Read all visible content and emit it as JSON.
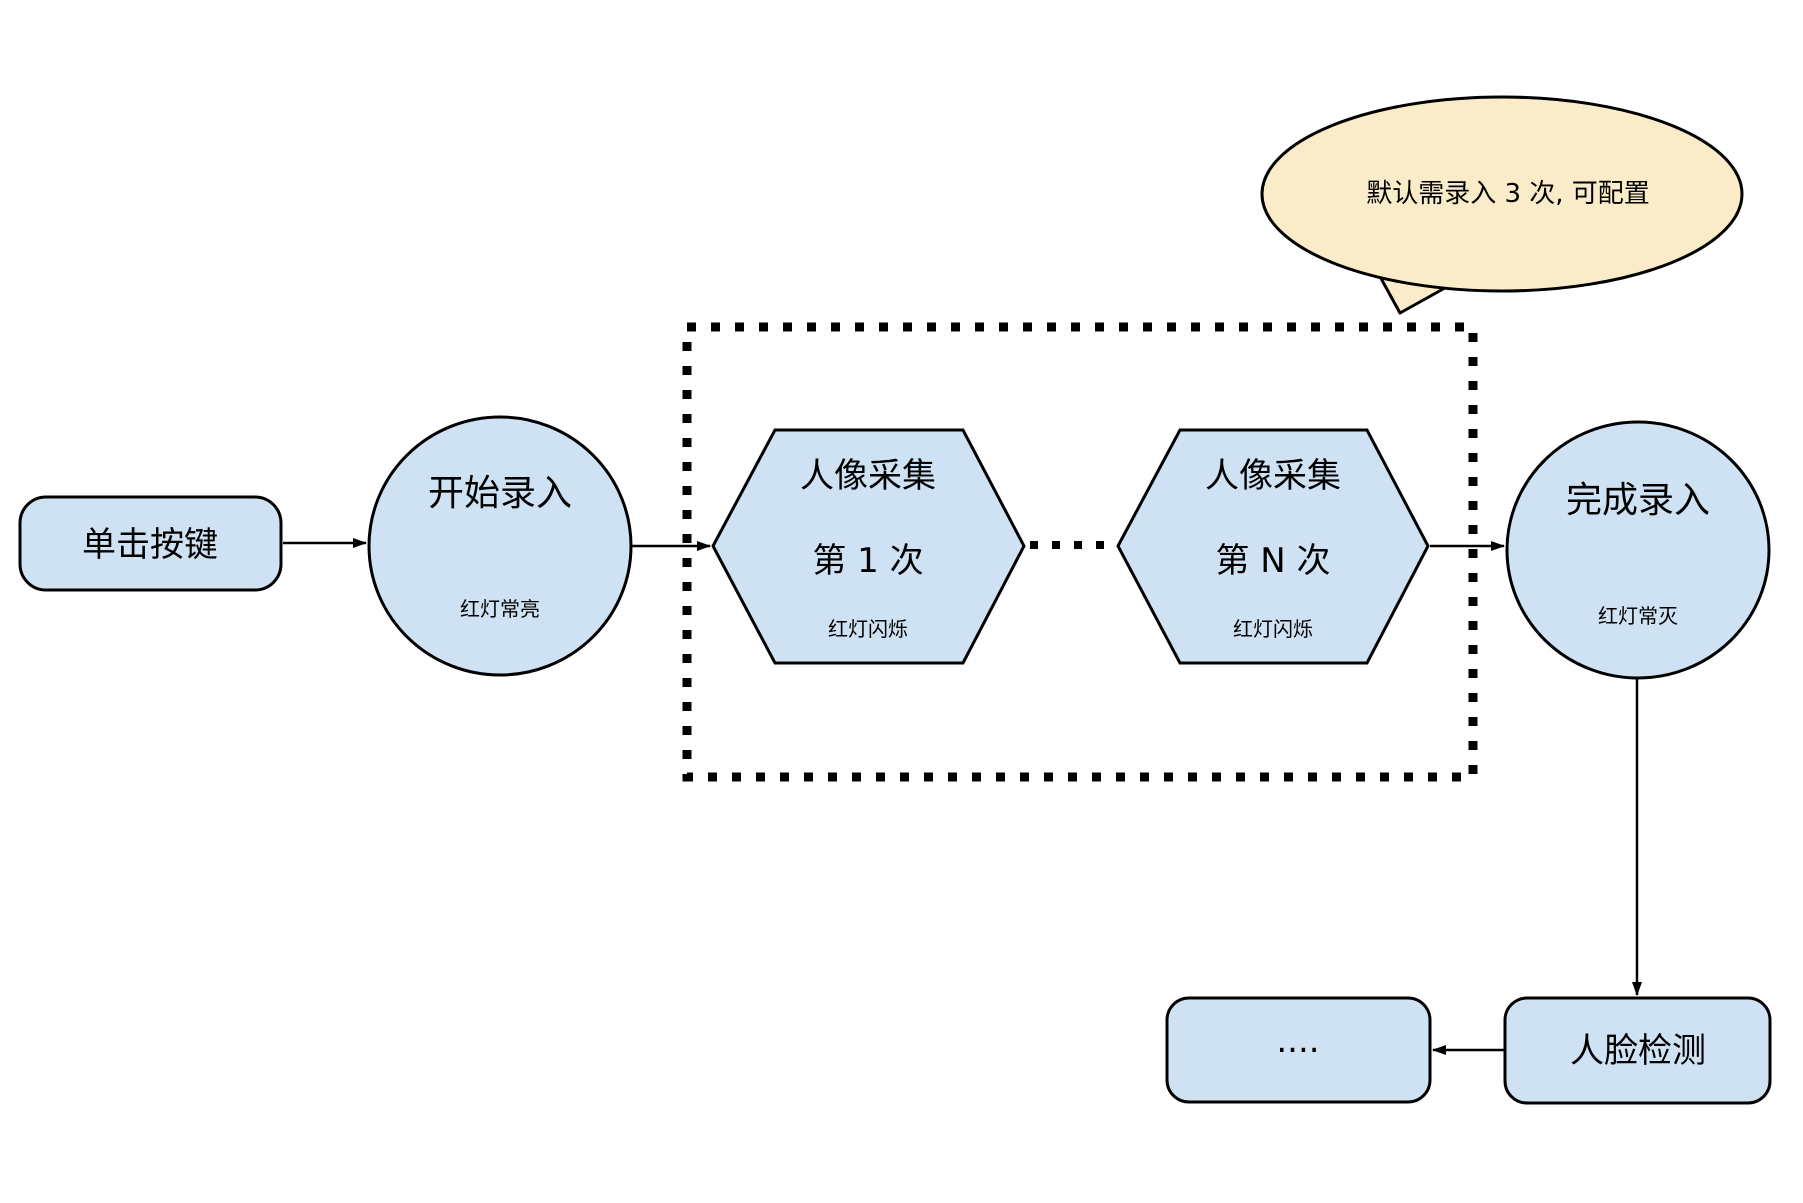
{
  "diagram": {
    "stroke_color": "#000000",
    "node_fill": "#cfe2f3",
    "callout": {
      "fill": "#faecc8",
      "text": "默认需录入 3 次, 可配置"
    },
    "nodes": {
      "click_button": {
        "label": "单击按键"
      },
      "start_enroll": {
        "label": "开始录入",
        "sublabel": "红灯常亮"
      },
      "capture_first": {
        "line1": "人像采集",
        "line2": "第 1 次",
        "sublabel": "红灯闪烁"
      },
      "capture_nth": {
        "line1": "人像采集",
        "line2": "第 N 次",
        "sublabel": "红灯闪烁"
      },
      "finish_enroll": {
        "label": "完成录入",
        "sublabel": "红灯常灭"
      },
      "face_detect": {
        "label": "人脸检测"
      },
      "more_steps": {
        "label": "...."
      }
    }
  }
}
